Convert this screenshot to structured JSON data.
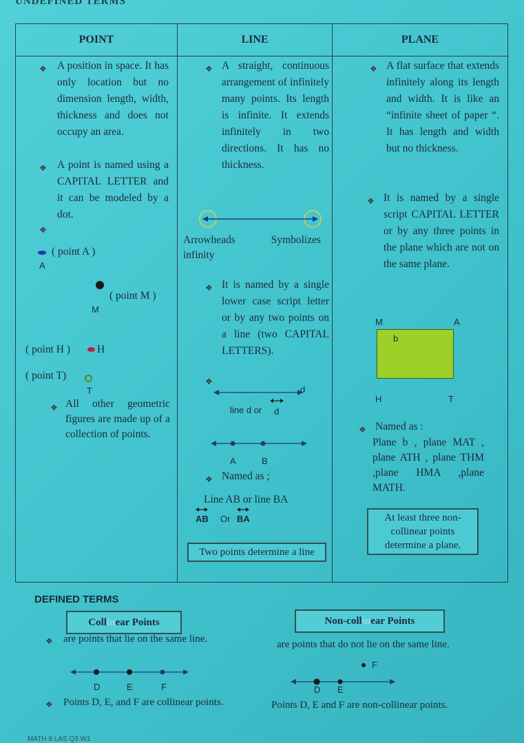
{
  "top_heading": "UNDEFINED TERMS",
  "headers": {
    "point": "POINT",
    "line": "LINE",
    "plane": "PLANE"
  },
  "point": {
    "def": "A position in space. It has only location but no dimension length, width, thickness and does not occupy an area.",
    "named": "A point is named using a CAPITAL LETTER and it can be modeled by a dot.",
    "ex_a": "( point A )",
    "lbl_a": "A",
    "ex_m": "( point M )",
    "lbl_m": "M",
    "ex_h": "( point H )",
    "lbl_h": "H",
    "ex_t": "( point T)",
    "lbl_t": "T",
    "figures": "All other geometric figures are made up of a collection of points."
  },
  "line": {
    "def": "A straight, continuous arrangement of infinitely many points. Its length is infinite. It extends infinitely in two directions. It has no thickness.",
    "arrowheads": "Arrowheads Symbolizes infinity",
    "named": "It is named by a single lower case script letter or by any two points on a line (two CAPITAL LETTERS).",
    "lbl_d": "d",
    "line_d_caption": "line d  or",
    "d_symbol": "d",
    "lbl_a": "A",
    "lbl_b": "B",
    "named_as": "Named as ;",
    "ab_ba": "Line AB or  line BA",
    "sym_ab": "AB",
    "sym_or": "Or",
    "sym_ba": "BA",
    "box": "Two points determine a line"
  },
  "plane": {
    "def": "A flat surface that extends infinitely along its length and width. It is like an “infinite sheet of paper “. It has length and width but no thickness.",
    "named": "It is named by a single script CAPITAL LETTER or by any three points in the plane which are not on the same plane.",
    "lbl_m": "M",
    "lbl_a": "A",
    "lbl_b": "b",
    "lbl_h": "H",
    "lbl_t": "T",
    "fill_color": "#9dd12a",
    "named_as": "Named as :",
    "names": "Plane b , plane MAT , plane ATH , plane THM ,plane HMA ,plane MATH.",
    "box": "At least three non-collinear points determine a plane."
  },
  "defined": {
    "heading": "DEFINED TERMS",
    "collinear": {
      "p1": "Coll",
      "p2": "in",
      "p3": "ear Points"
    },
    "noncollinear": {
      "p1": "Non-coll",
      "p2": "in",
      "p3": "ear Points"
    },
    "collinear_def": "are points that lie on the same line.",
    "noncollinear_def": "are points that do not lie on the same line.",
    "c_lbl_d": "D",
    "c_lbl_e": "E",
    "c_lbl_f": "F",
    "n_lbl_d": "D",
    "n_lbl_e": "E",
    "n_lbl_f": "F",
    "collinear_ex": "Points D, E, and F are collinear points.",
    "noncollinear_ex": "Points D, E and F are non-collinear points."
  },
  "bullet": "❖",
  "footer": "MATH 8 LAS Q3 W1"
}
